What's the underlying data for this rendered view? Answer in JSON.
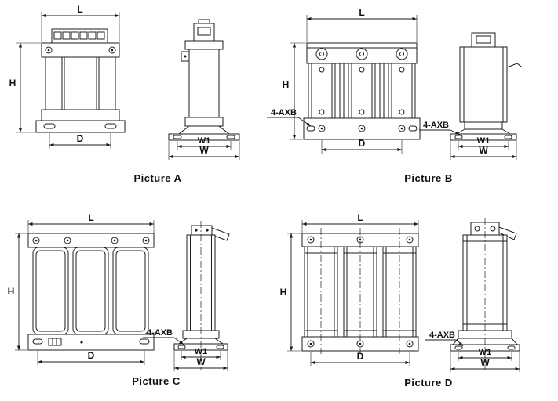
{
  "labels": {
    "length": "L",
    "height": "H",
    "depth": "D",
    "width": "W",
    "width1": "W1",
    "mounting": "4-AXB"
  },
  "captions": {
    "a": "Picture A",
    "b": "Picture B",
    "c": "Picture C",
    "d": "Picture D"
  },
  "colors": {
    "line": "#1c1c1c",
    "background": "#ffffff"
  }
}
